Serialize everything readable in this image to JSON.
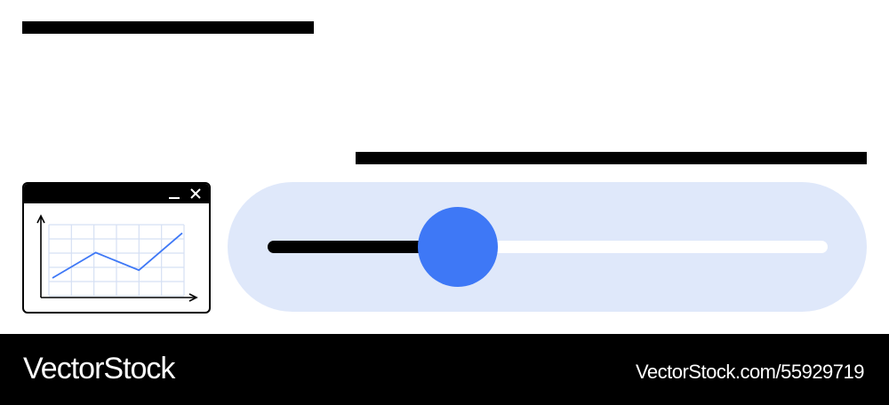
{
  "slider": {
    "value_fraction": 0.34
  },
  "chart_window": {
    "controls": {
      "minimize_icon": "minimize-icon",
      "close_icon": "close-icon"
    },
    "chart_data": {
      "type": "line",
      "x": [
        0,
        1,
        2,
        3
      ],
      "series": [
        {
          "values": [
            1.0,
            2.3,
            1.4,
            3.3
          ],
          "color": "#3e78f6"
        }
      ],
      "xlabel": "",
      "ylabel": "",
      "grid": true,
      "ylim": [
        0,
        4
      ]
    }
  },
  "colors": {
    "accent": "#3e78f6",
    "track_bg": "#dfe8fa",
    "grid": "#d5e0f4"
  },
  "footer": {
    "brand": "VectorStock",
    "url": "VectorStock.com/55929719"
  }
}
